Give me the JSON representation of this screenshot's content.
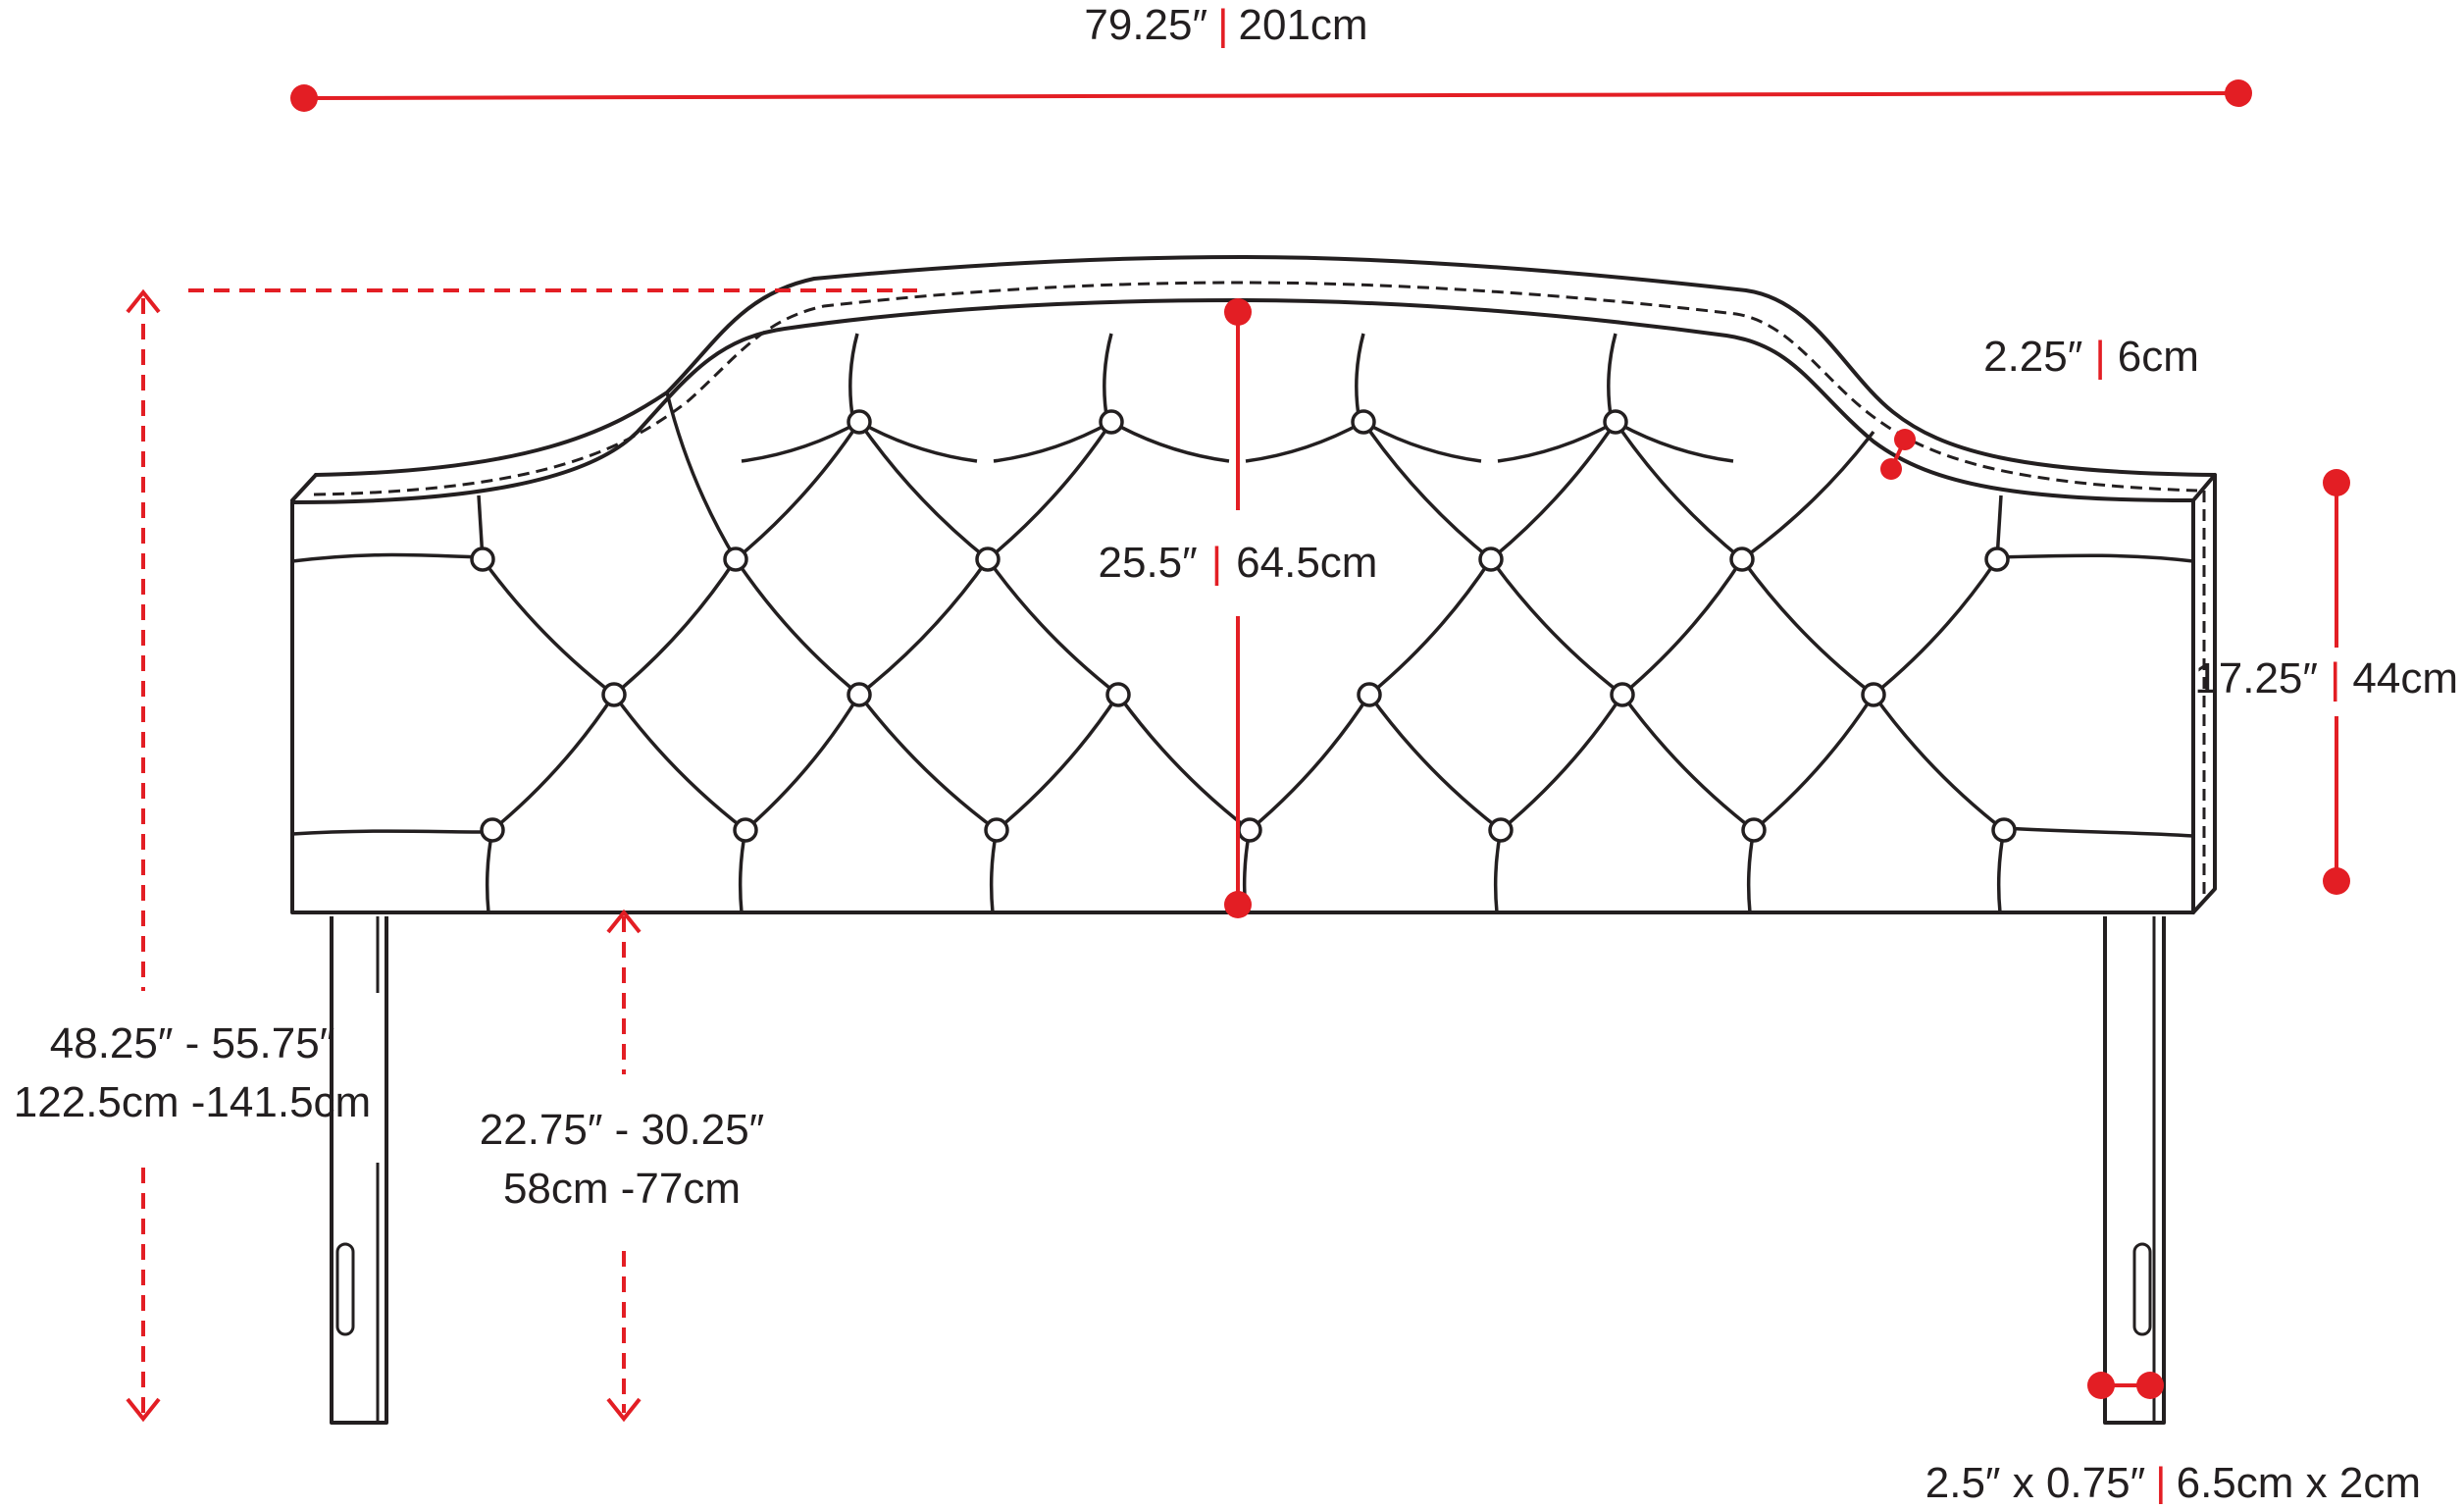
{
  "diagram": {
    "colors": {
      "ink": "#231f20",
      "dimension": "#e31e24",
      "background": "#ffffff"
    },
    "dimensions": {
      "overall_width": {
        "imperial": "79.25″",
        "metric": "201cm"
      },
      "panel_height": {
        "imperial": "25.5″",
        "metric": "64.5cm"
      },
      "panel_thickness": {
        "imperial": "2.25″",
        "metric": "6cm"
      },
      "side_height": {
        "imperial": "17.25″",
        "metric": "44cm"
      },
      "overall_height": {
        "imperial": "48.25″ - 55.75″",
        "metric": "122.5cm -141.5cm"
      },
      "leg_clearance": {
        "imperial": "22.75″ - 30.25″",
        "metric": "58cm -77cm"
      },
      "leg_section": {
        "imperial": "2.5″ x 0.75″",
        "metric": "6.5cm x 2cm"
      }
    },
    "separator": "|"
  }
}
